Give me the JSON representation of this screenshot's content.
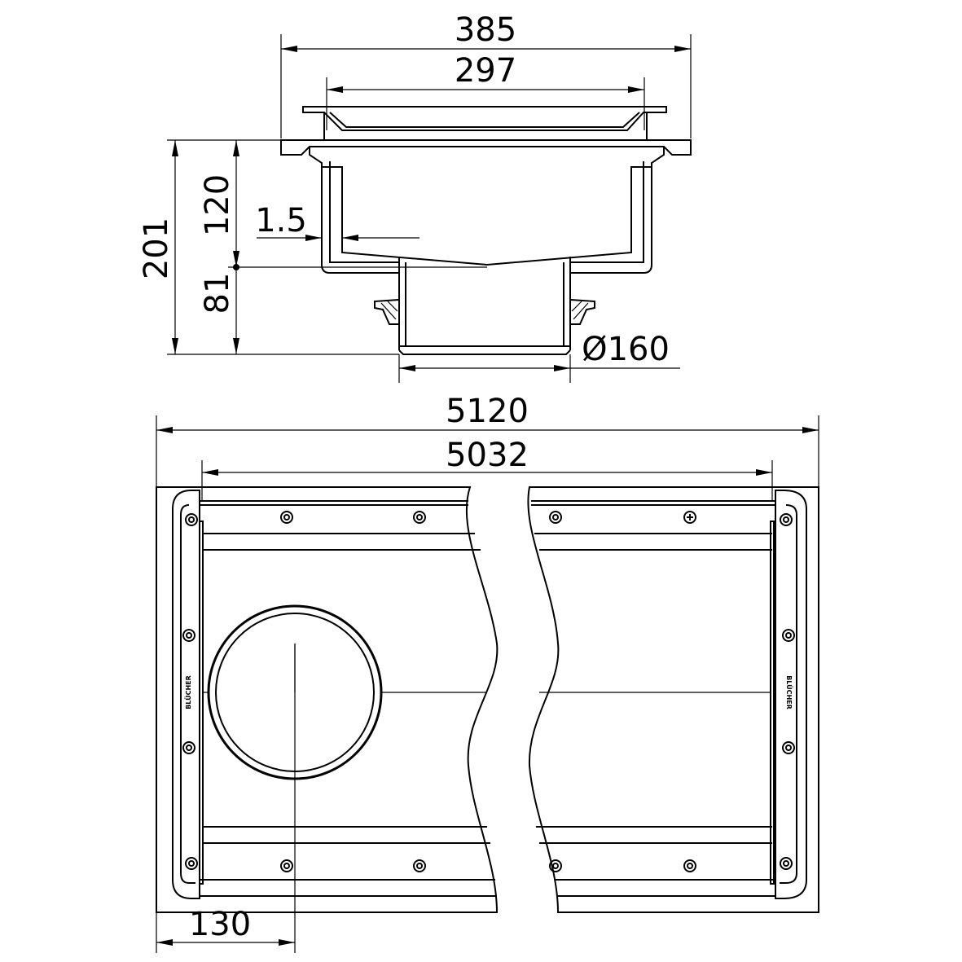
{
  "drawing": {
    "section_view": {
      "dim_overall_width": "385",
      "dim_grate_width": "297",
      "dim_total_height": "201",
      "dim_body_height": "120",
      "dim_outlet_height": "81",
      "dim_slope": "1.5",
      "dim_outlet_diameter": "Ø160"
    },
    "plan_view": {
      "dim_overall_length": "5120",
      "dim_inner_length": "5032",
      "dim_outlet_offset": "130",
      "brand_mark": "BLÜCHER"
    },
    "colors": {
      "line": "#000000",
      "background": "#ffffff"
    }
  }
}
